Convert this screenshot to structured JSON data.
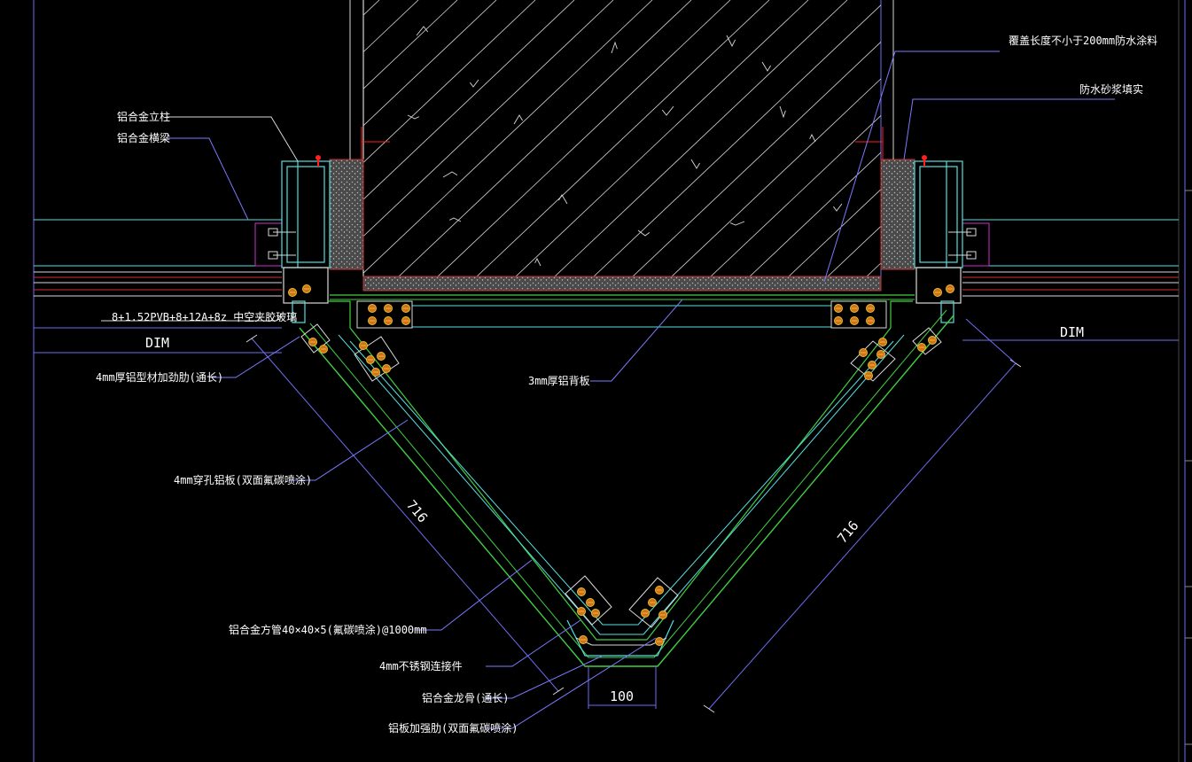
{
  "drawing": {
    "annotations": {
      "mullion": "铝合金立柱",
      "transom": "铝合金横梁",
      "glass": "8+1.52PVB+8+12A+8z 中空夹胶玻璃",
      "stiffener_4mm": "4mm厚铝型材加劲肋(通长)",
      "perforated_panel": "4mm穿孔铝板(双面氟碳喷涂)",
      "square_tube": "铝合金方管40×40×5(氟碳喷涂)@1000mm",
      "steel_connector": "4mm不锈钢连接件",
      "aluminum_cap": "铝合金龙骨(通长)",
      "aluminum_rib": "铝板加强肋(双面氟碳喷涂)",
      "waterproof_coating": "覆盖长度不小于200mm防水涂料",
      "waterproof_mortar": "防水砂浆填实",
      "aluminum_3mm": "3mm厚铝背板"
    },
    "dimensions": {
      "dim_left": "DIM",
      "dim_right": "DIM",
      "diag_left": "716",
      "diag_right": "716",
      "bottom": "100"
    },
    "colors": {
      "background": "#000000",
      "frame_cyan": "#55e0e0",
      "panel_green": "#40d040",
      "dim_blue": "#6c6cf0",
      "magenta": "#d030d0",
      "fastener_yellow": "#e8c020",
      "fastener_orange": "#d07020",
      "leader_white": "#ffffff",
      "leader_blue": "#7a7aff",
      "hatch_white": "#d8d8d8",
      "mortar_gray": "#8a8a8a",
      "red_marker": "#ff2020"
    }
  }
}
